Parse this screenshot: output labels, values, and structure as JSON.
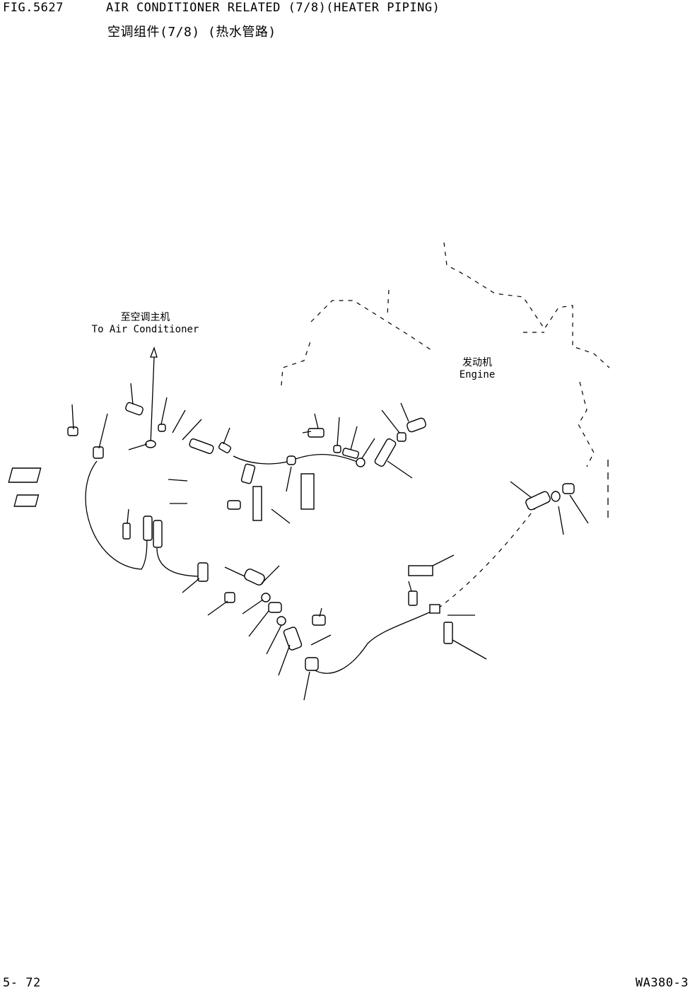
{
  "header": {
    "figure_number": "FIG.5627",
    "title_en": "AIR CONDITIONER RELATED (7/8)(HEATER PIPING)",
    "title_cn": "空调组件(7/8) (热水管路)"
  },
  "labels": {
    "to_ac_cn": "至空调主机",
    "to_ac_en": "To Air Conditioner",
    "engine_cn": "发动机",
    "engine_en": "Engine"
  },
  "footer": {
    "page_number": "5- 72",
    "model": "WA380-3"
  }
}
